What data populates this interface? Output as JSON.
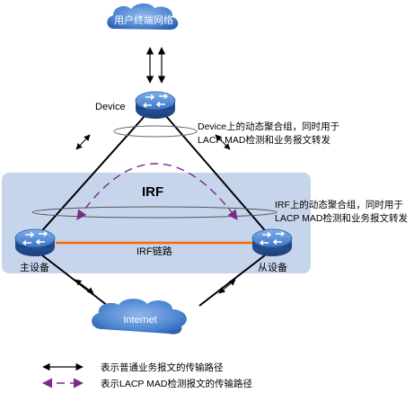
{
  "nodes": {
    "user_network": "用户终端网络",
    "device": "Device",
    "master": "主设备",
    "slave": "从设备",
    "internet": "Internet"
  },
  "irf": {
    "title": "IRF",
    "link_label": "IRF链路"
  },
  "annotations": {
    "device_agg_line1": "Device上的动态聚合组，同时用于",
    "device_agg_line2": "LACP MAD检测和业务报文转发",
    "irf_agg_line1": "IRF上的动态聚合组，同时用于",
    "irf_agg_line2": "LACP MAD检测和业务报文转发"
  },
  "legend": {
    "normal_path": "表示普通业务报文的传输路径",
    "lacp_path": "表示LACP MAD检测报文的传输路径"
  },
  "colors": {
    "irf_box_fill": "#c6d5ec",
    "cloud_blue": "#5b8ed6",
    "device_blue": "#3f78c8",
    "irf_link": "#ff6600",
    "lacp_arrow": "#7a2b8a",
    "line": "#000000"
  },
  "icons": {
    "device": "switch-icon",
    "cloud": "cloud-icon"
  }
}
